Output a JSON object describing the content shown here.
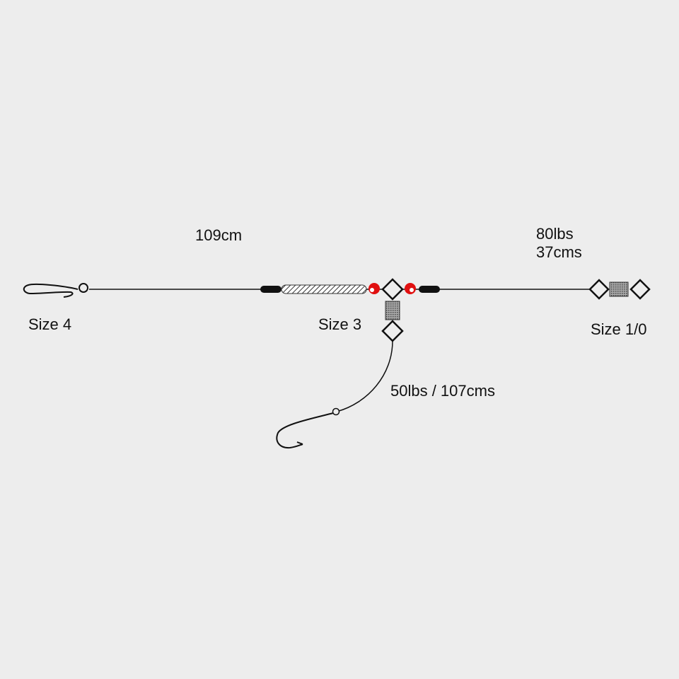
{
  "labels": {
    "main_line": "109cm",
    "top_right_strength": "80lbs",
    "top_right_length": "37cms",
    "left_hook": "Size 4",
    "middle_swivel": "Size 3",
    "right_swivel": "Size 1/0",
    "snood": "50lbs / 107cms"
  },
  "colors": {
    "line": "#111111",
    "bead": "#e01010",
    "background": "#ededed"
  }
}
